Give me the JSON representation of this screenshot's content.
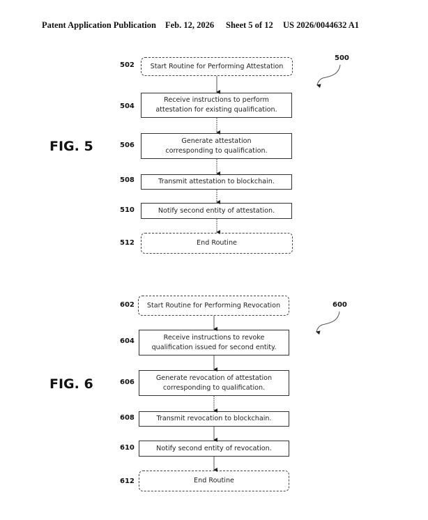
{
  "header": {
    "publication": "Patent Application Publication",
    "date": "Feb. 12, 2026",
    "sheet": "Sheet 5 of 12",
    "number": "US 2026/0044632 A1"
  },
  "figures": [
    {
      "label": "FIG. 5",
      "ref": "500",
      "steps": [
        {
          "ref": "502",
          "type": "terminal",
          "lines": [
            "Start Routine for Performing Attestation"
          ]
        },
        {
          "ref": "504",
          "type": "process",
          "lines": [
            "Receive instructions to perform",
            "attestation for existing qualification."
          ]
        },
        {
          "ref": "506",
          "type": "process",
          "lines": [
            "Generate attestation",
            "corresponding to qualification."
          ]
        },
        {
          "ref": "508",
          "type": "process",
          "lines": [
            "Transmit attestation to blockchain."
          ]
        },
        {
          "ref": "510",
          "type": "process",
          "lines": [
            "Notify second entity of attestation."
          ]
        },
        {
          "ref": "512",
          "type": "terminal",
          "lines": [
            "End Routine"
          ]
        }
      ]
    },
    {
      "label": "FIG. 6",
      "ref": "600",
      "steps": [
        {
          "ref": "602",
          "type": "terminal",
          "lines": [
            "Start Routine for Performing Revocation"
          ]
        },
        {
          "ref": "604",
          "type": "process",
          "lines": [
            "Receive instructions to revoke",
            "qualification issued for second entity."
          ]
        },
        {
          "ref": "606",
          "type": "process",
          "lines": [
            "Generate revocation of attestation",
            "corresponding to qualification."
          ]
        },
        {
          "ref": "608",
          "type": "process",
          "lines": [
            "Transmit revocation to blockchain."
          ]
        },
        {
          "ref": "610",
          "type": "process",
          "lines": [
            "Notify second entity of revocation."
          ]
        },
        {
          "ref": "612",
          "type": "terminal",
          "lines": [
            "End Routine"
          ]
        }
      ]
    }
  ]
}
